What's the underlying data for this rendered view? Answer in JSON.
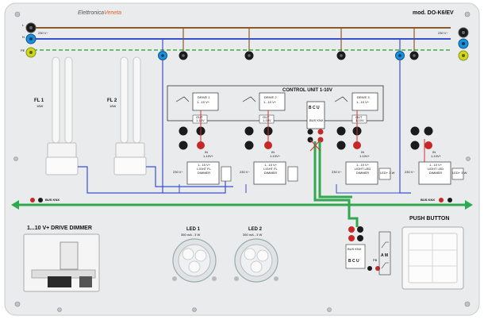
{
  "board": {
    "brand_a": "Elettronica",
    "brand_b": "Veneta",
    "model": "mod. DO-K6/EV"
  },
  "rails": {
    "L": "L",
    "N": "N",
    "PE": "PE",
    "v230_left": "230 V~",
    "v230_right": "230 V~"
  },
  "lamps": {
    "fl1_title": "FL 1",
    "fl1_watt": "18W",
    "fl2_title": "FL 2",
    "fl2_watt": "18W"
  },
  "control_unit": {
    "title": "CONTROL UNIT 1-10V",
    "drive1": "DRIVE 1",
    "drive2": "DRIVE 2",
    "drive3": "DRIVE 3",
    "range": "1...10 V+",
    "out": "OUT",
    "out_range": "1-10V",
    "in": "IN",
    "in_range": "1-10V+",
    "bcu": "B C U",
    "bus_knx": "BUS KNX"
  },
  "dimmers": {
    "d1": [
      "230 V~",
      "1...10 V+",
      "LIGHT FL",
      "DIMMER"
    ],
    "d2": [
      "230 V~",
      "1...10 V+",
      "LIGHT FL",
      "DIMMER"
    ],
    "d3": [
      "230 V~",
      "1...10 V+",
      "LIGHT LED",
      "DIMMER"
    ],
    "d4": [
      "230 V~",
      "1...10 V+",
      "LIGHT LED",
      "DIMMER"
    ],
    "load": "LED+ 3 W"
  },
  "bus": {
    "left": "BUS KNX",
    "right": "BUS KNX"
  },
  "bottom": {
    "drive_dimmer": "1...10 V+ DRIVE DIMMER",
    "led1_title": "LED 1",
    "led1_spec": "350 mA - 3 W",
    "led2_title": "LED 2",
    "led2_spec": "350 mA - 3 W",
    "push_button": "PUSH BUTTON",
    "pb_bus": "BUS KNX",
    "pb_bcu": "B C U",
    "pb_am": "A M",
    "pb_pb": "PB"
  },
  "colors": {
    "L_wire": "#8b5a2b",
    "N_wire": "#3a4fd0",
    "PE_wire": "#3fae3f",
    "bus_wire": "#2fa84f",
    "signal_wire": "#d23030",
    "panel": "#e9ebec"
  }
}
